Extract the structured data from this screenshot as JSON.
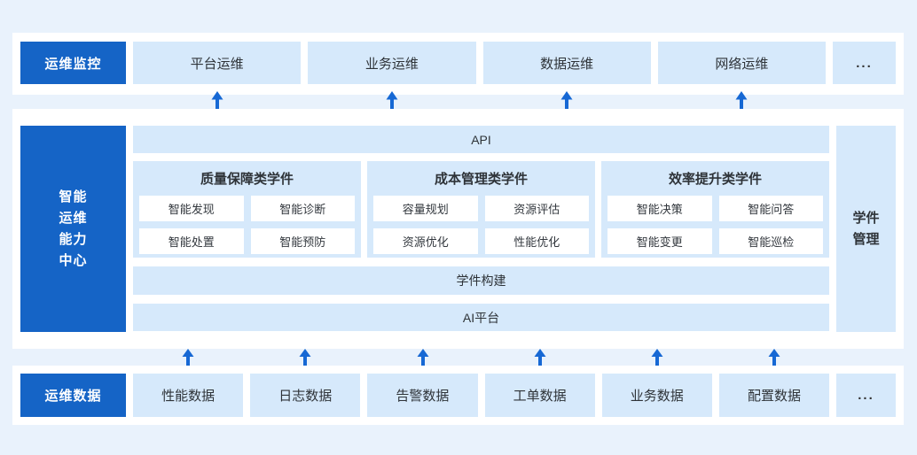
{
  "colors": {
    "page_bg": "#e9f2fc",
    "panel_bg": "#ffffff",
    "accent_blue": "#1564c6",
    "light_box": "#d6e9fb",
    "arrow_blue": "#1668d4",
    "text": "#32373d"
  },
  "monitor_row": {
    "label": "运维监控",
    "items": [
      "平台运维",
      "业务运维",
      "数据运维",
      "网络运维"
    ],
    "more": "..."
  },
  "center": {
    "label_lines": [
      "智能",
      "运维",
      "能力",
      "中心"
    ],
    "api_label": "API",
    "groups": [
      {
        "title": "质量保障类学件",
        "items": [
          "智能发现",
          "智能诊断",
          "智能处置",
          "智能预防"
        ]
      },
      {
        "title": "成本管理类学件",
        "items": [
          "容量规划",
          "资源评估",
          "资源优化",
          "性能优化"
        ]
      },
      {
        "title": "效率提升类学件",
        "items": [
          "智能决策",
          "智能问答",
          "智能变更",
          "智能巡检"
        ]
      }
    ],
    "build_label": "学件构建",
    "ai_label": "AI平台",
    "manage_lines": [
      "学件",
      "管理"
    ]
  },
  "data_row": {
    "label": "运维数据",
    "items": [
      "性能数据",
      "日志数据",
      "告警数据",
      "工单数据",
      "业务数据",
      "配置数据"
    ],
    "more": "..."
  }
}
